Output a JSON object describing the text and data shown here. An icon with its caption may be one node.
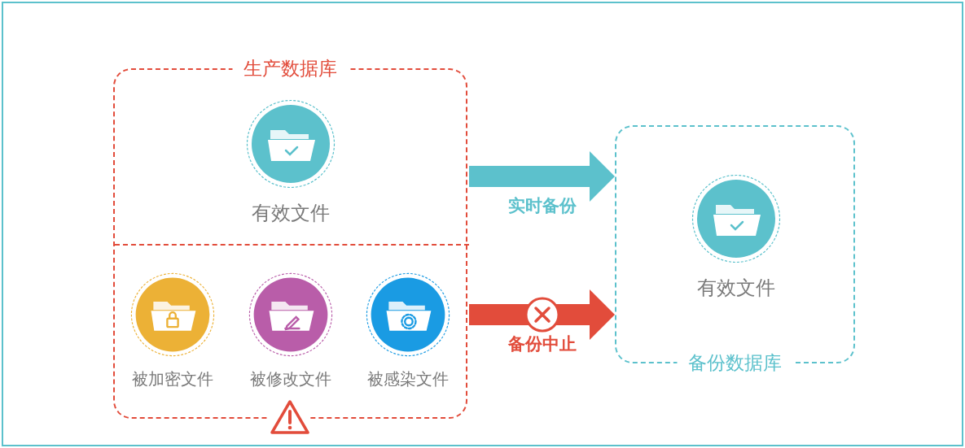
{
  "diagram": {
    "nodes": [
      {
        "text": [
          "生产数据库"
        ]
      },
      {
        "text": [],
        "shape": "box",
        "in": 0
      },
      {
        "text": [
          "有效文件"
        ],
        "in": 1
      },
      {
        "text": [],
        "shape": "box",
        "in": 0
      },
      {
        "text": [
          "被加密文件"
        ],
        "in": 3
      },
      {
        "text": [
          "被修改文件"
        ],
        "in": 3
      },
      {
        "text": [
          "被感染文件"
        ],
        "in": 3
      },
      {
        "text": [
          "备份数据库"
        ]
      },
      {
        "text": [
          "有效文件"
        ],
        "in": 7
      }
    ],
    "edges": [
      {
        "from": 1,
        "to": 7,
        "arrow": "to",
        "label": "实时备份",
        "color": "#5cc1cc"
      },
      {
        "from": 3,
        "to": 7,
        "arrow": "to",
        "label": "备份中止",
        "color": "#e24c3b"
      }
    ]
  }
}
